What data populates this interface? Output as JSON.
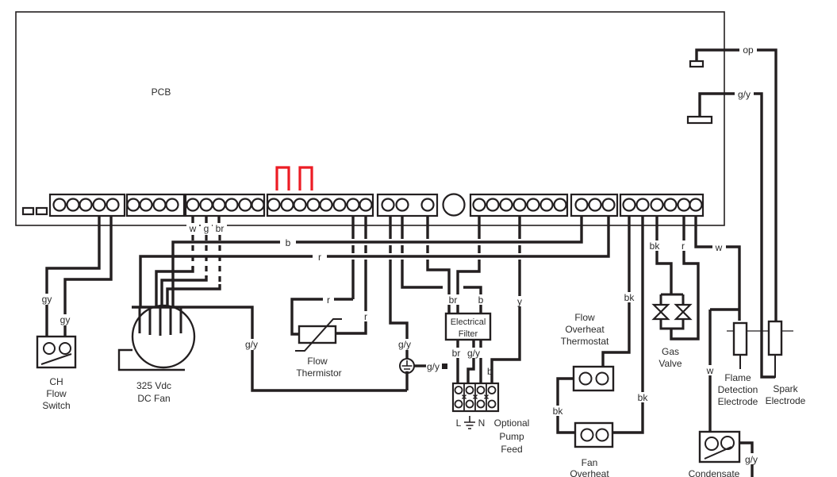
{
  "diagram": {
    "kind": "boiler-pcb-wiring-diagram",
    "pcb_label": "PCB",
    "wire_labels": {
      "w": "w",
      "g": "g",
      "br": "br",
      "b": "b",
      "r": "r",
      "y": "y",
      "bk": "bk",
      "gy": "gy",
      "g_y": "g/y",
      "op": "op"
    },
    "components": {
      "ch_flow_switch": {
        "lines": [
          "CH",
          "Flow",
          "Switch"
        ]
      },
      "dc_fan": {
        "lines": [
          "325 Vdc",
          "DC Fan"
        ]
      },
      "flow_thermistor": {
        "lines": [
          "Flow",
          "Thermistor"
        ]
      },
      "electrical_filter": {
        "lines": [
          "Electrical",
          "Filter"
        ]
      },
      "mains_terminals": {
        "l": "L",
        "n": "N"
      },
      "optional_pump_feed": {
        "lines": [
          "Optional",
          "Pump",
          "Feed"
        ]
      },
      "flow_overheat_thermostat": {
        "lines": [
          "Flow",
          "Overheat",
          "Thermostat"
        ]
      },
      "fan_overheat_thermostat": {
        "lines": [
          "Fan",
          "Overheat"
        ]
      },
      "gas_valve": {
        "lines": [
          "Gas",
          "Valve"
        ]
      },
      "flame_detection_electrode": {
        "lines": [
          "Flame",
          "Detection",
          "Electrode"
        ]
      },
      "spark_electrode": {
        "lines": [
          "Spark",
          "Electrode"
        ]
      },
      "condensate_switch": {
        "lines": [
          "Condensate"
        ]
      }
    },
    "colors": {
      "line": "#231f20",
      "jumper_link": "#ec1c24",
      "background": "#ffffff",
      "text": "#2b2b2b"
    }
  }
}
